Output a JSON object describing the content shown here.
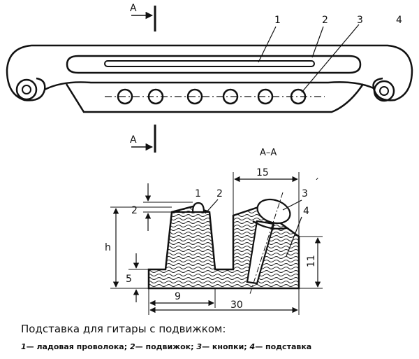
{
  "plan_view": {
    "section_marker_top": "A",
    "section_marker_bottom": "A",
    "callouts": [
      "1",
      "2",
      "3",
      "4"
    ]
  },
  "section_view": {
    "title": "A–A",
    "callouts": [
      "1",
      "2",
      "3",
      "4"
    ],
    "dimensions": {
      "top_width": "15",
      "wire_height": "2",
      "total_height": "h",
      "base_height": "5",
      "right_height": "11",
      "left_width": "9",
      "overall_width": "30"
    }
  },
  "caption": {
    "title": "Подставка для гитары с подвижком:",
    "legend": [
      {
        "num": "1",
        "text": "— ладовая проволока;"
      },
      {
        "num": "2",
        "text": "— подвижок;"
      },
      {
        "num": "3",
        "text": "— кнопки;"
      },
      {
        "num": "4",
        "text": "— подставка"
      }
    ]
  }
}
